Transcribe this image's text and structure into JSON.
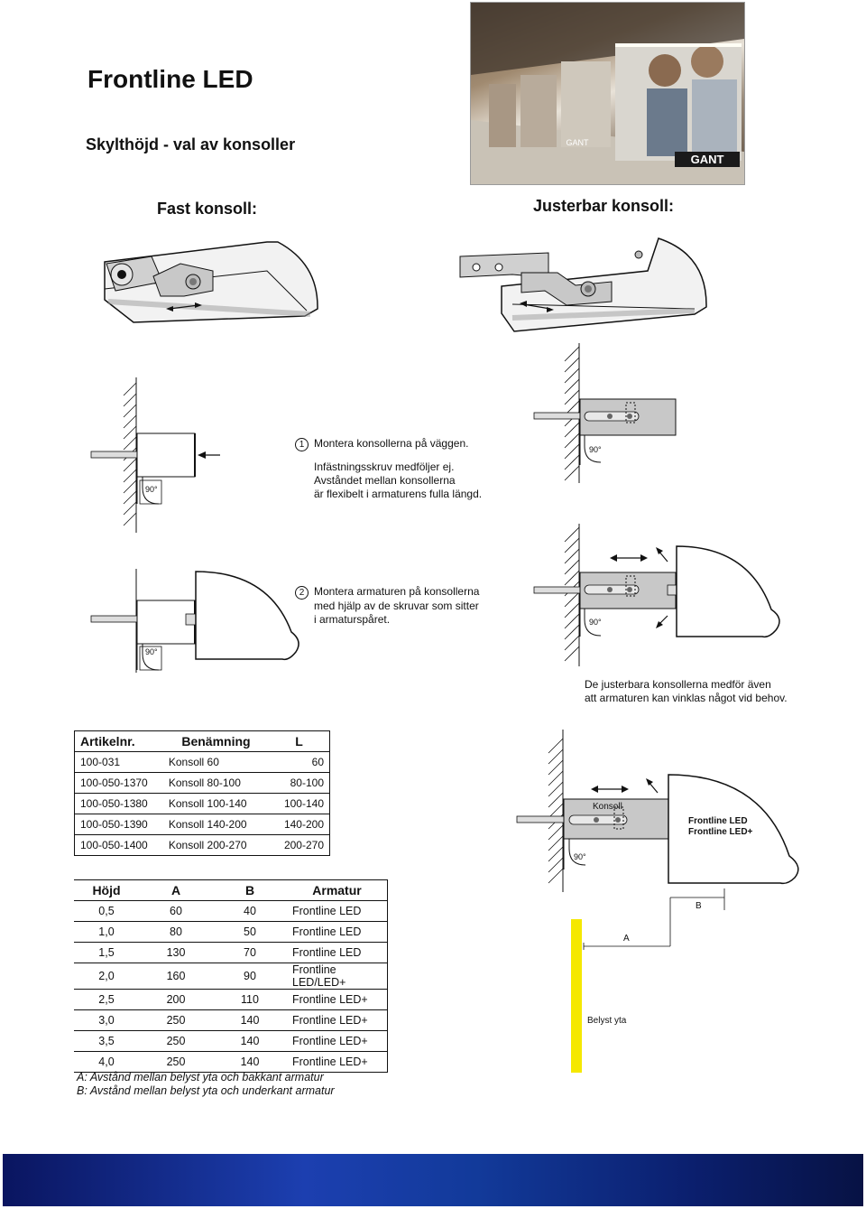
{
  "title": "Frontline LED",
  "subtitle": "Skylthöjd - val av konsoller",
  "fixed_label": "Fast konsoll:",
  "adjustable_label": "Justerbar  konsoll:",
  "photo": {
    "brand": "GANT",
    "brand_small": "GANT"
  },
  "angle_label": "90°",
  "step1": {
    "num": "1",
    "lines": [
      "Montera konsollerna på väggen.",
      "",
      "Infästningsskruv medföljer ej.",
      "Avståndet mellan konsollerna",
      "är flexibelt i armaturens fulla längd."
    ]
  },
  "step2": {
    "num": "2",
    "lines": [
      "Montera armaturen på konsollerna",
      "med hjälp av de skruvar som sitter",
      "i armaturspåret."
    ]
  },
  "adjust_note": [
    "De justerbara konsollerna medför även",
    "att armaturen kan vinklas något vid behov."
  ],
  "table1": {
    "headers": [
      "Artikelnr.",
      "Benämning",
      "L"
    ],
    "rows": [
      [
        "100-031",
        "Konsoll 60",
        "60"
      ],
      [
        "100-050-1370",
        "Konsoll 80-100",
        "80-100"
      ],
      [
        "100-050-1380",
        "Konsoll 100-140",
        "100-140"
      ],
      [
        "100-050-1390",
        "Konsoll 140-200",
        "140-200"
      ],
      [
        "100-050-1400",
        "Konsoll 200-270",
        "200-270"
      ]
    ]
  },
  "table2": {
    "headers": [
      "Höjd",
      "A",
      "B",
      "Armatur"
    ],
    "rows": [
      [
        "0,5",
        "60",
        "40",
        "Frontline LED"
      ],
      [
        "1,0",
        "80",
        "50",
        "Frontline LED"
      ],
      [
        "1,5",
        "130",
        "70",
        "Frontline LED"
      ],
      [
        "2,0",
        "160",
        "90",
        "Frontline LED/LED+"
      ],
      [
        "2,5",
        "200",
        "110",
        "Frontline LED+"
      ],
      [
        "3,0",
        "250",
        "140",
        "Frontline LED+"
      ],
      [
        "3,5",
        "250",
        "140",
        "Frontline LED+"
      ],
      [
        "4,0",
        "250",
        "140",
        "Frontline LED+"
      ]
    ]
  },
  "legend": [
    "A: Avstånd mellan belyst yta och bakkant armatur",
    "B: Avstånd mellan belyst yta och underkant armatur"
  ],
  "diagram_labels": {
    "konsoll": "Konsoll",
    "fixture": [
      "Frontline LED",
      "Frontline LED+"
    ],
    "a": "A",
    "b": "B",
    "lit_surface": "Belyst yta"
  },
  "colors": {
    "lit_surface": "#f5e800",
    "bracket": "#c8c8c8",
    "footer": "#1c3fb0"
  }
}
